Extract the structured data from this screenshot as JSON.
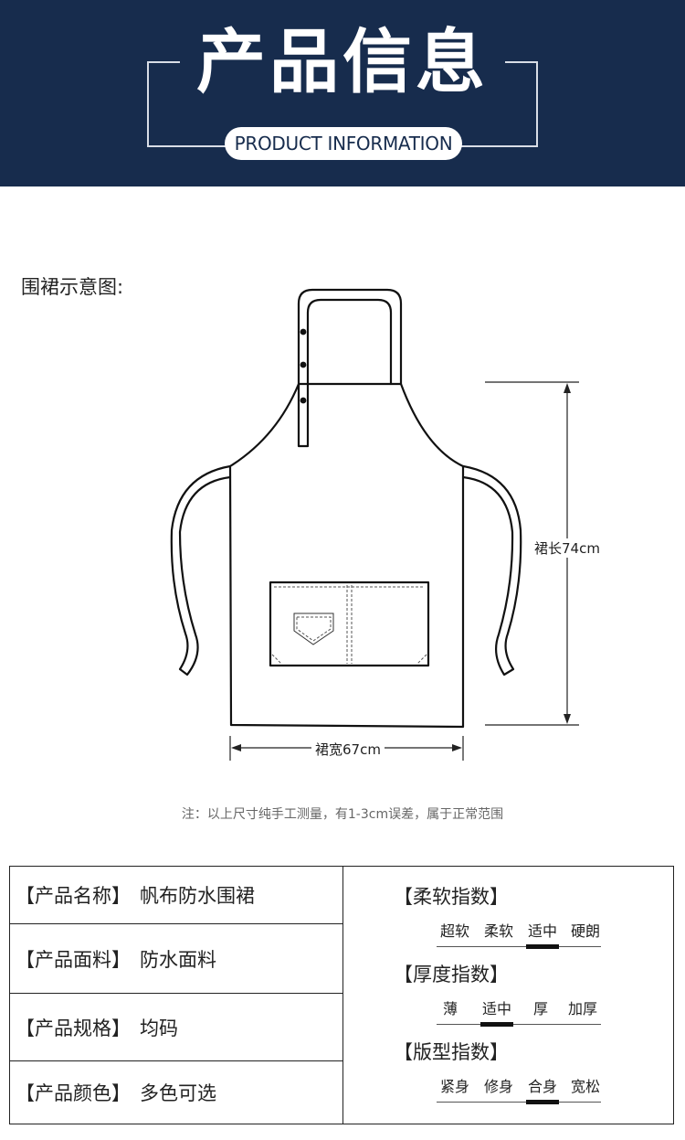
{
  "header": {
    "title": "产品信息",
    "subtitle": "PRODUCT INFORMATION"
  },
  "diagram": {
    "title": "围裙示意图:",
    "length_label": "裙长74cm",
    "width_label": "裙宽67cm",
    "note": "注：以上尺寸纯手工测量，有1-3cm误差，属于正常范围"
  },
  "specs": [
    {
      "key": "【产品名称】",
      "value": "帆布防水围裙"
    },
    {
      "key": "【产品面料】",
      "value": "防水面料"
    },
    {
      "key": "【产品规格】",
      "value": "均码"
    },
    {
      "key": "【产品颜色】",
      "value": "多色可选"
    }
  ],
  "indices": [
    {
      "title": "【柔软指数】",
      "options": [
        "超软",
        "柔软",
        "适中",
        "硬朗"
      ],
      "selected": 2
    },
    {
      "title": "【厚度指数】",
      "options": [
        "薄",
        "适中",
        "厚",
        "加厚"
      ],
      "selected": 1
    },
    {
      "title": "【版型指数】",
      "options": [
        "紧身",
        "修身",
        "合身",
        "宽松"
      ],
      "selected": 2
    }
  ]
}
